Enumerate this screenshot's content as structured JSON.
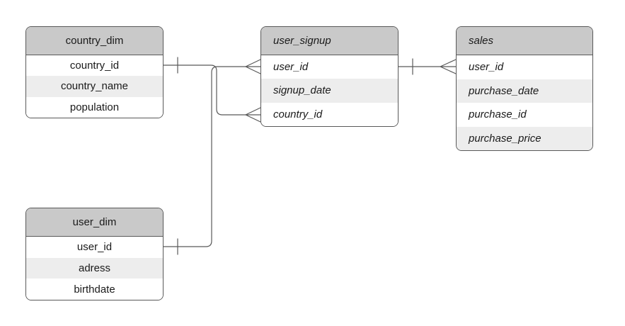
{
  "diagram": {
    "type": "entity-relationship",
    "background_color": "#ffffff",
    "stroke_color": "#595959",
    "header_fill": "#c9c9c9",
    "row_fill": "#ffffff",
    "alt_row_fill": "#ededed",
    "tables": [
      {
        "title": "country_dim",
        "text_style": "normal",
        "columns": [
          "country_id",
          "country_name",
          "population"
        ]
      },
      {
        "title": "user_dim",
        "text_style": "normal",
        "columns": [
          "user_id",
          "adress",
          "birthdate"
        ]
      },
      {
        "title": "user_signup",
        "text_style": "italic",
        "columns": [
          "user_id",
          "signup_date",
          "country_id"
        ]
      },
      {
        "title": "sales",
        "text_style": "italic",
        "columns": [
          "user_id",
          "purchase_date",
          "purchase_id",
          "purchase_price"
        ]
      }
    ],
    "relationships": [
      {
        "from_table": "country_dim",
        "from_column": "country_id",
        "to_table": "user_signup",
        "to_column": "country_id",
        "from_cardinality": "one",
        "to_cardinality": "many"
      },
      {
        "from_table": "user_dim",
        "from_column": "user_id",
        "to_table": "user_signup",
        "to_column": "user_id",
        "from_cardinality": "one",
        "to_cardinality": "many"
      },
      {
        "from_table": "user_signup",
        "from_column": "user_id",
        "to_table": "sales",
        "to_column": "user_id",
        "from_cardinality": "one",
        "to_cardinality": "many"
      }
    ]
  }
}
